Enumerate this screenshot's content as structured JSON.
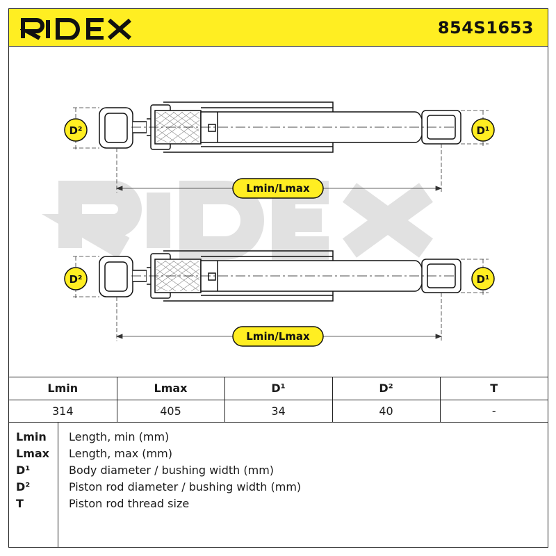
{
  "header": {
    "brand": "RIDEX",
    "part_number": "854S1653"
  },
  "colors": {
    "brand_yellow": "#ffee22",
    "watermark": "#dcdcdc",
    "line": "#222222"
  },
  "drawing": {
    "length_label": "Lmin/Lmax",
    "d1_label": "D¹",
    "d2_label": "D²",
    "watermark": "RIDEX"
  },
  "spec_table": {
    "headers": [
      "Lmin",
      "Lmax",
      "D¹",
      "D²",
      "T"
    ],
    "values": [
      "314",
      "405",
      "34",
      "40",
      "-"
    ]
  },
  "legend": [
    {
      "key": "Lmin",
      "desc": "Length, min (mm)"
    },
    {
      "key": "Lmax",
      "desc": "Length, max (mm)"
    },
    {
      "key": "D¹",
      "desc": "Body diameter / bushing width (mm)"
    },
    {
      "key": "D²",
      "desc": "Piston rod diameter / bushing width (mm)"
    },
    {
      "key": "T",
      "desc": "Piston rod thread size"
    }
  ]
}
